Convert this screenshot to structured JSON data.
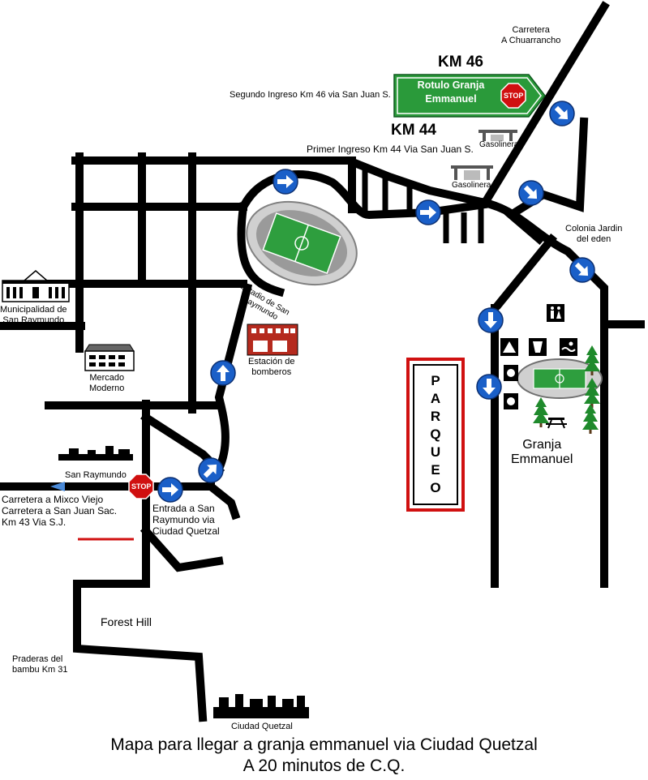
{
  "labels": {
    "carretera_chuarrancho": "Carretera\nA Chuarrancho",
    "km46": "KM 46",
    "km44": "KM 44",
    "rotulo": "Rotulo  Granja\nEmmanuel",
    "stop": "STOP",
    "segundo_ingreso": "Segundo Ingreso Km 46 via San Juan S.",
    "primer_ingreso": "Primer Ingreso Km 44 Via San Juan S.",
    "gasolinera_1": "Gasolinera",
    "gasolinera_2": "Gasolinera",
    "colonia_jardin": "Colonia Jardin\ndel eden",
    "municipalidad": "Municipalidad de\nSan Raymundo",
    "estadio": "Estadio  de  San\nRaymundo",
    "estacion_bomberos": "Estación de\nbomberos",
    "mercado": "Mercado\nModerno",
    "parqueo": [
      "P",
      "A",
      "R",
      "Q",
      "U",
      "E",
      "O"
    ],
    "granja": "Granja\nEmmanuel",
    "san_raymundo": "San Raymundo",
    "carretera_mixco": "Carretera a Mixco Viejo\nCarretera a San Juan Sac.\n Km 43 Via S.J.",
    "entrada_san_raymundo": "Entrada a San\nRaymundo via\nCiudad Quetzal",
    "forest_hill": "Forest Hill",
    "praderas": "Praderas del\nbambu Km 31",
    "ciudad_quetzal": "Ciudad Quetzal",
    "caption_line1": "Mapa  para llegar a  granja emmanuel  via Ciudad Quetzal",
    "caption_line2": "A  20 minutos de C.Q."
  },
  "icons": {
    "direction_arrow": "blue-circle-arrow-icon",
    "stop_sign": "stop-sign-icon",
    "stadium": "stadium-icon",
    "building": "building-icon",
    "tree": "tree-icon",
    "restroom": "restroom-icon",
    "picnic_table": "picnic-table-icon"
  },
  "colors": {
    "road": "#000000",
    "sign_green": "#2a9a3a",
    "arrow_blue": "#1a5fc8",
    "stop_red": "#d01010",
    "field_green": "#2e9e3e",
    "tree_green": "#1f8a2c",
    "bomberos_red": "#b52a1e"
  }
}
